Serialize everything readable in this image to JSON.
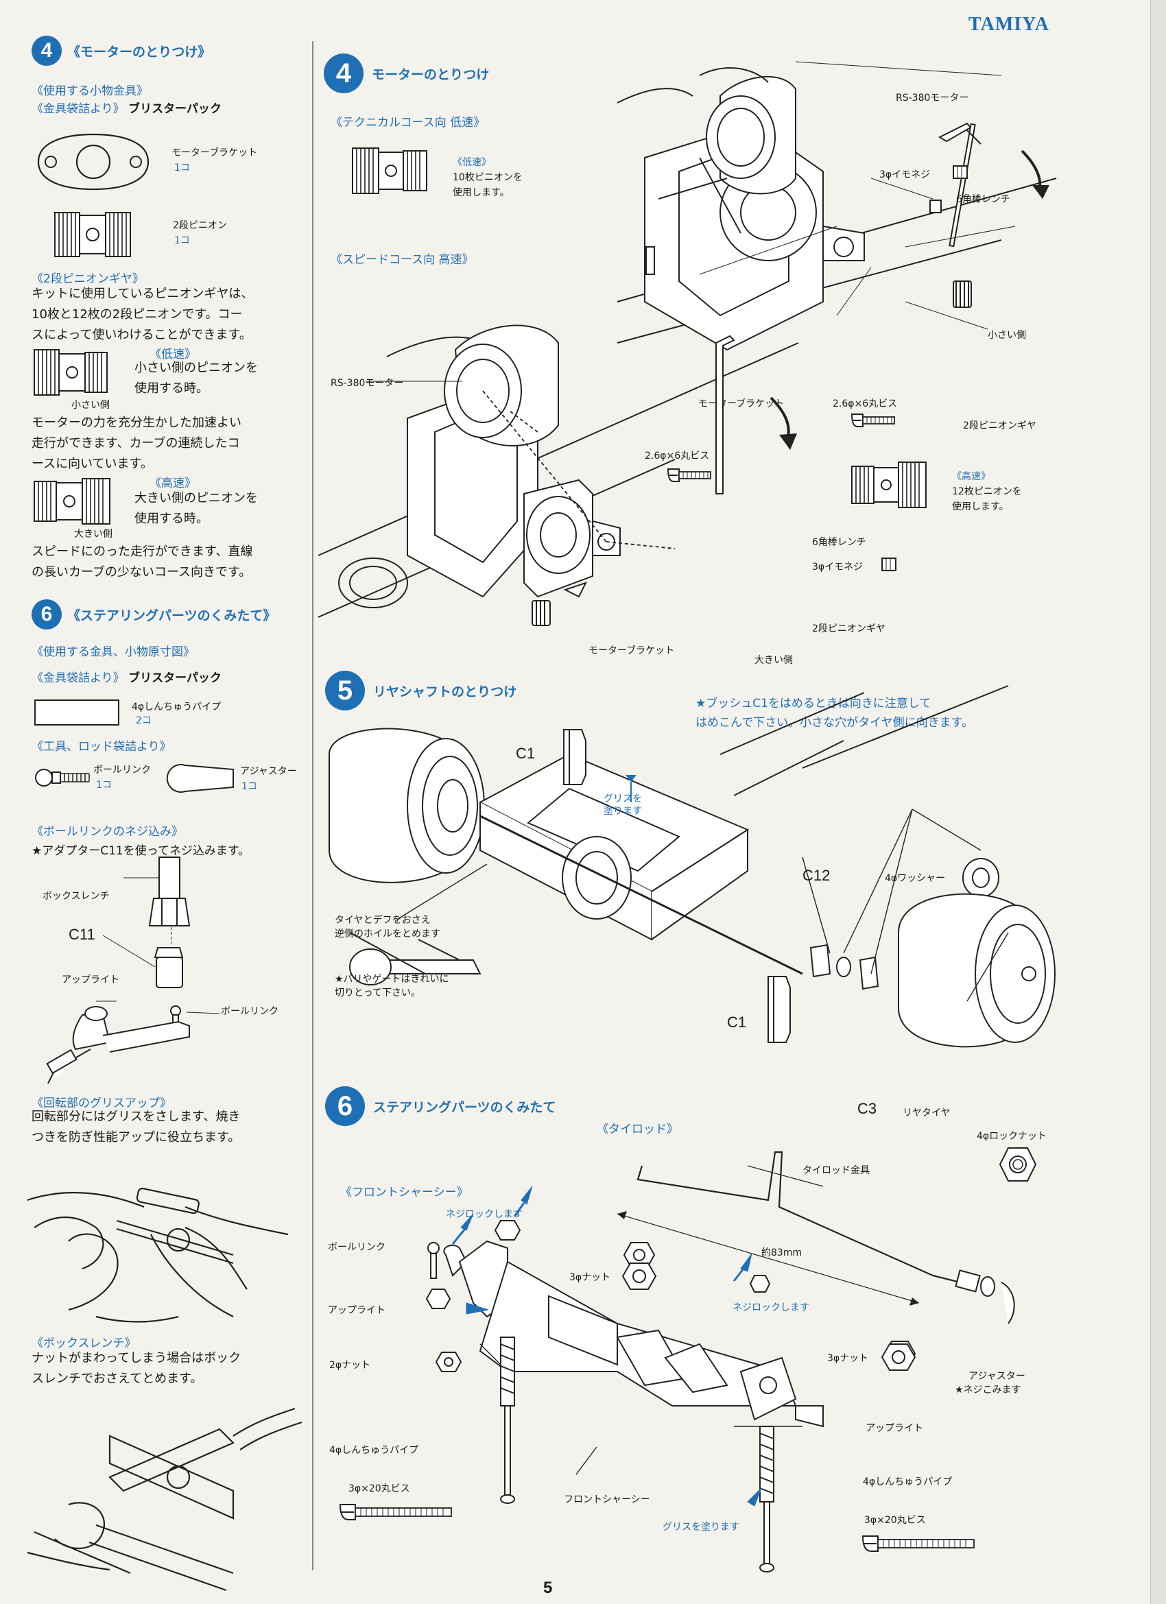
{
  "brand": "TAMIYA",
  "page_number": "5",
  "left": {
    "s4": {
      "num": "4",
      "title": "《モーターのとりつけ》",
      "parts_head": "《使用する小物金具》",
      "bag_head": "《金具袋詰より》",
      "bag_name": "ブリスターパック",
      "bracket_name": "モーターブラケット",
      "bracket_qty": "1コ",
      "pinion_name": "2段ピニオン",
      "pinion_qty": "1コ",
      "gear_head": "《2段ピニオンギヤ》",
      "gear_text": [
        "キットに使用しているピニオンギヤは、",
        "10枚と12枚の2段ピニオンです。コー",
        "スによって使いわけることができます。"
      ],
      "low_head": "《低速》",
      "low_text": [
        "小さい側のピニオンを",
        "使用する時。"
      ],
      "small_side": "小さい側",
      "low_desc": [
        "モーターの力を充分生かした加速よい",
        "走行ができます、カーブの連続したコ",
        "ースに向いています。"
      ],
      "high_head": "《高速》",
      "high_text": [
        "大きい側のピニオンを",
        "使用する時。"
      ],
      "large_side": "大きい側",
      "high_desc": [
        "スピードにのった走行ができます、直線",
        "の長いカーブの少ないコース向きです。"
      ]
    },
    "s6": {
      "num": "6",
      "title": "《ステアリングパーツのくみたて》",
      "parts_head": "《使用する金具、小物原寸図》",
      "bag_head": "《金具袋詰より》",
      "bag_name": "ブリスターパック",
      "pipe_name": "4φしんちゅうパイプ",
      "pipe_qty": "2コ",
      "tool_head": "《工具、ロッド袋詰より》",
      "balllink_name": "ボールリンク",
      "balllink_qty": "1コ",
      "adjuster_name": "アジャスター",
      "adjuster_qty": "1コ",
      "screw_head": "《ボールリンクのネジ込み》",
      "screw_text": "★アダプターC11を使ってネジ込みます。",
      "box_wrench": "ボックスレンチ",
      "c11": "C11",
      "upright": "アップライト",
      "balllink": "ボールリンク",
      "grease_head": "《回転部のグリスアップ》",
      "grease_text": [
        "回転部分にはグリスをさします、焼き",
        "つきを防ぎ性能アップに役立ちます。"
      ],
      "boxwrench_head": "《ボックスレンチ》",
      "boxwrench_text": [
        "ナットがまわってしまう場合はボック",
        "スレンチでおさえてとめます。"
      ]
    }
  },
  "right": {
    "s4": {
      "num": "4",
      "title": "モーターのとりつけ",
      "tech_head": "《テクニカルコース向 低速》",
      "low_head": "《低速》",
      "low_text": [
        "10枚ピニオンを",
        "使用します。"
      ],
      "speed_head": "《スピードコース向 高速》",
      "rs380_top": "RS-380モーター",
      "set_screw_top": "3φイモネジ",
      "hex_wrench_top": "6角棒レンチ",
      "small_side": "小さい側",
      "bracket_top": "モーターブラケット",
      "screw_26_top": "2.6φ×6丸ビス",
      "pinion_gear_top": "2段ピニオンギヤ",
      "high_head": "《高速》",
      "high_text": [
        "12枚ピニオンを",
        "使用します。"
      ],
      "rs380_mid": "RS-380モーター",
      "screw_26_mid": "2.6φ×6丸ビス",
      "hex_wrench_mid": "6角棒レンチ",
      "set_screw_mid": "3φイモネジ",
      "pinion_gear_mid": "2段ピニオンギヤ",
      "bracket_mid": "モーターブラケット",
      "large_side": "大きい側"
    },
    "s5": {
      "num": "5",
      "title": "リヤシャフトのとりつけ",
      "note": [
        "★ブッシュC1をはめるときは向きに注意して",
        "はめこんで下さい。小さな穴がタイヤ側に向きます。"
      ],
      "c1_top": "C1",
      "grease": [
        "グリスを",
        "塗ります"
      ],
      "c12": "C12",
      "washer": "4φワッシャー",
      "tire_note": [
        "タイヤとデフをおさえ",
        "逆側のホイルをとめます"
      ],
      "burr_note": [
        "★バリやゲートはきれいに",
        "切りとって下さい。"
      ],
      "c1_bottom": "C1",
      "c3": "C3",
      "rear_tire": "リヤタイヤ",
      "lock_nut": "4φロックナット"
    },
    "s6": {
      "num": "6",
      "title": "ステアリングパーツのくみたて",
      "tierod_head": "《タイロッド》",
      "tierod_metal": "タイロッド金具",
      "approx": "約83mm",
      "front_head": "《フロントシャーシー》",
      "screwlock_1": "ネジロックします",
      "balllink": "ボールリンク",
      "nut3_a": "3φナット",
      "upright_a": "アップライト",
      "nut2": "2φナット",
      "screwlock_2": "ネジロックします",
      "nut3_b": "3φナット",
      "adjuster": "アジャスター",
      "adjuster_note": "★ネジこみます",
      "upright_b": "アップライト",
      "pipe_a": "4φしんちゅうパイプ",
      "screw_a": "3φ×20丸ビス",
      "front_chassis": "フロントシャーシー",
      "pipe_b": "4φしんちゅうパイプ",
      "grease": "グリスを塗ります",
      "screw_b": "3φ×20丸ビス"
    }
  }
}
